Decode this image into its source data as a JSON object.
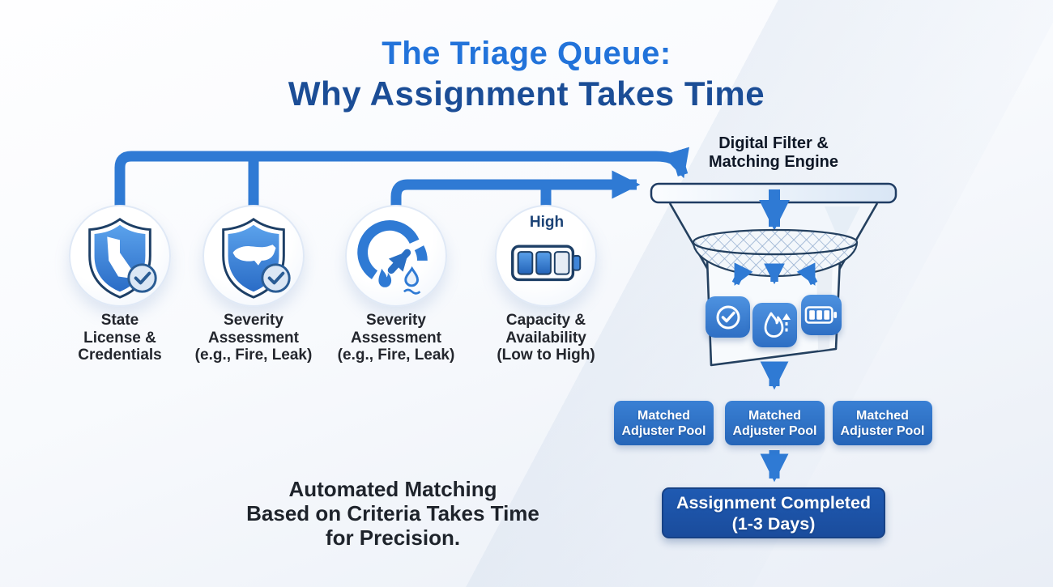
{
  "title": {
    "line1": "The Triage Queue:",
    "line2": "Why Assignment Takes Time"
  },
  "criteria": [
    {
      "icon": "shield-california-check-icon",
      "lines": [
        "State",
        "License &",
        "Credentials"
      ]
    },
    {
      "icon": "shield-usa-check-icon",
      "lines": [
        "Severity",
        "Assessment",
        "(e.g., Fire, Leak)"
      ]
    },
    {
      "icon": "severity-gauge-fire-leak-icon",
      "lines": [
        "Severity",
        "Assessment",
        "(e.g., Fire, Leak)"
      ]
    },
    {
      "icon": "capacity-battery-icon",
      "badge": "High",
      "lines": [
        "Capacity &",
        "Availability",
        "(Low to High)"
      ]
    }
  ],
  "engine": {
    "lines": [
      "Digital Filter &",
      "Matching Engine"
    ]
  },
  "filter_outputs": [
    "check-circle-icon",
    "fire-priority-icon",
    "battery-icon"
  ],
  "pools": [
    {
      "lines": [
        "Matched",
        "Adjuster Pool"
      ]
    },
    {
      "lines": [
        "Matched",
        "Adjuster Pool"
      ]
    },
    {
      "lines": [
        "Matched",
        "Adjuster Pool"
      ]
    }
  ],
  "completion": {
    "lines": [
      "Assignment Completed",
      "(1-3 Days)"
    ]
  },
  "footnote": {
    "lines": [
      "Automated Matching",
      "Based on Criteria Takes Time",
      "for Precision."
    ]
  },
  "colors": {
    "accent_blue": "#2f7ad4",
    "title_blue": "#2273da",
    "title_dark_blue": "#1b4d96",
    "outline_navy": "#1f3c63",
    "pool_blue": "#2e72c7",
    "completion_blue": "#1c53a9",
    "text_dark": "#20252d"
  }
}
